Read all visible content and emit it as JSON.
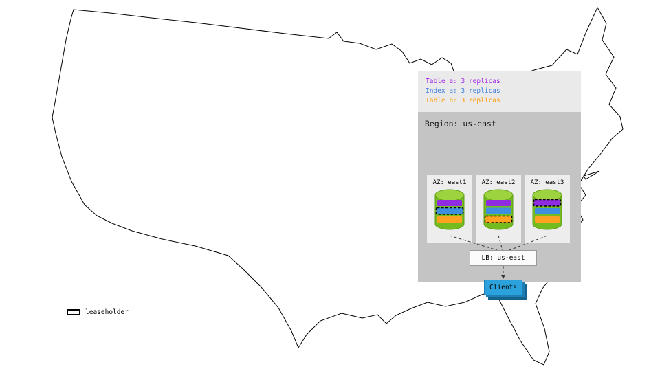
{
  "diagram": {
    "replica_legend": [
      {
        "id": "table-a",
        "label": "Table a: 3 replicas",
        "color": "#a428e8"
      },
      {
        "id": "index-a",
        "label": "Index a: 3 replicas",
        "color": "#3f7fdd"
      },
      {
        "id": "table-b",
        "label": "Table b: 3 replicas",
        "color": "#ff9900"
      }
    ],
    "region": {
      "title": "Region: us-east",
      "azs": [
        {
          "label": "AZ: east1",
          "replicas": [
            "table-a",
            "index-a",
            "table-b"
          ],
          "leaseholder": "index-a"
        },
        {
          "label": "AZ: east2",
          "replicas": [
            "table-a",
            "index-a",
            "table-b"
          ],
          "leaseholder": "table-b"
        },
        {
          "label": "AZ: east3",
          "replicas": [
            "table-a",
            "index-a",
            "table-b"
          ],
          "leaseholder": "table-a"
        }
      ],
      "load_balancer": {
        "label": "LB: us-east"
      },
      "clients": {
        "label": "Clients"
      }
    },
    "map_legend": {
      "label": "leaseholder"
    },
    "colors": {
      "replica_table_a": "#8f2be0",
      "replica_index_a": "#3f8fe0",
      "replica_table_b": "#ffa21f",
      "database_green": "#74bb1f",
      "database_green_top": "#9cd33e",
      "clients_blue": "#2ba2dc",
      "panel_bg": "#eaeaea",
      "region_bg": "#c4c4c4"
    }
  }
}
